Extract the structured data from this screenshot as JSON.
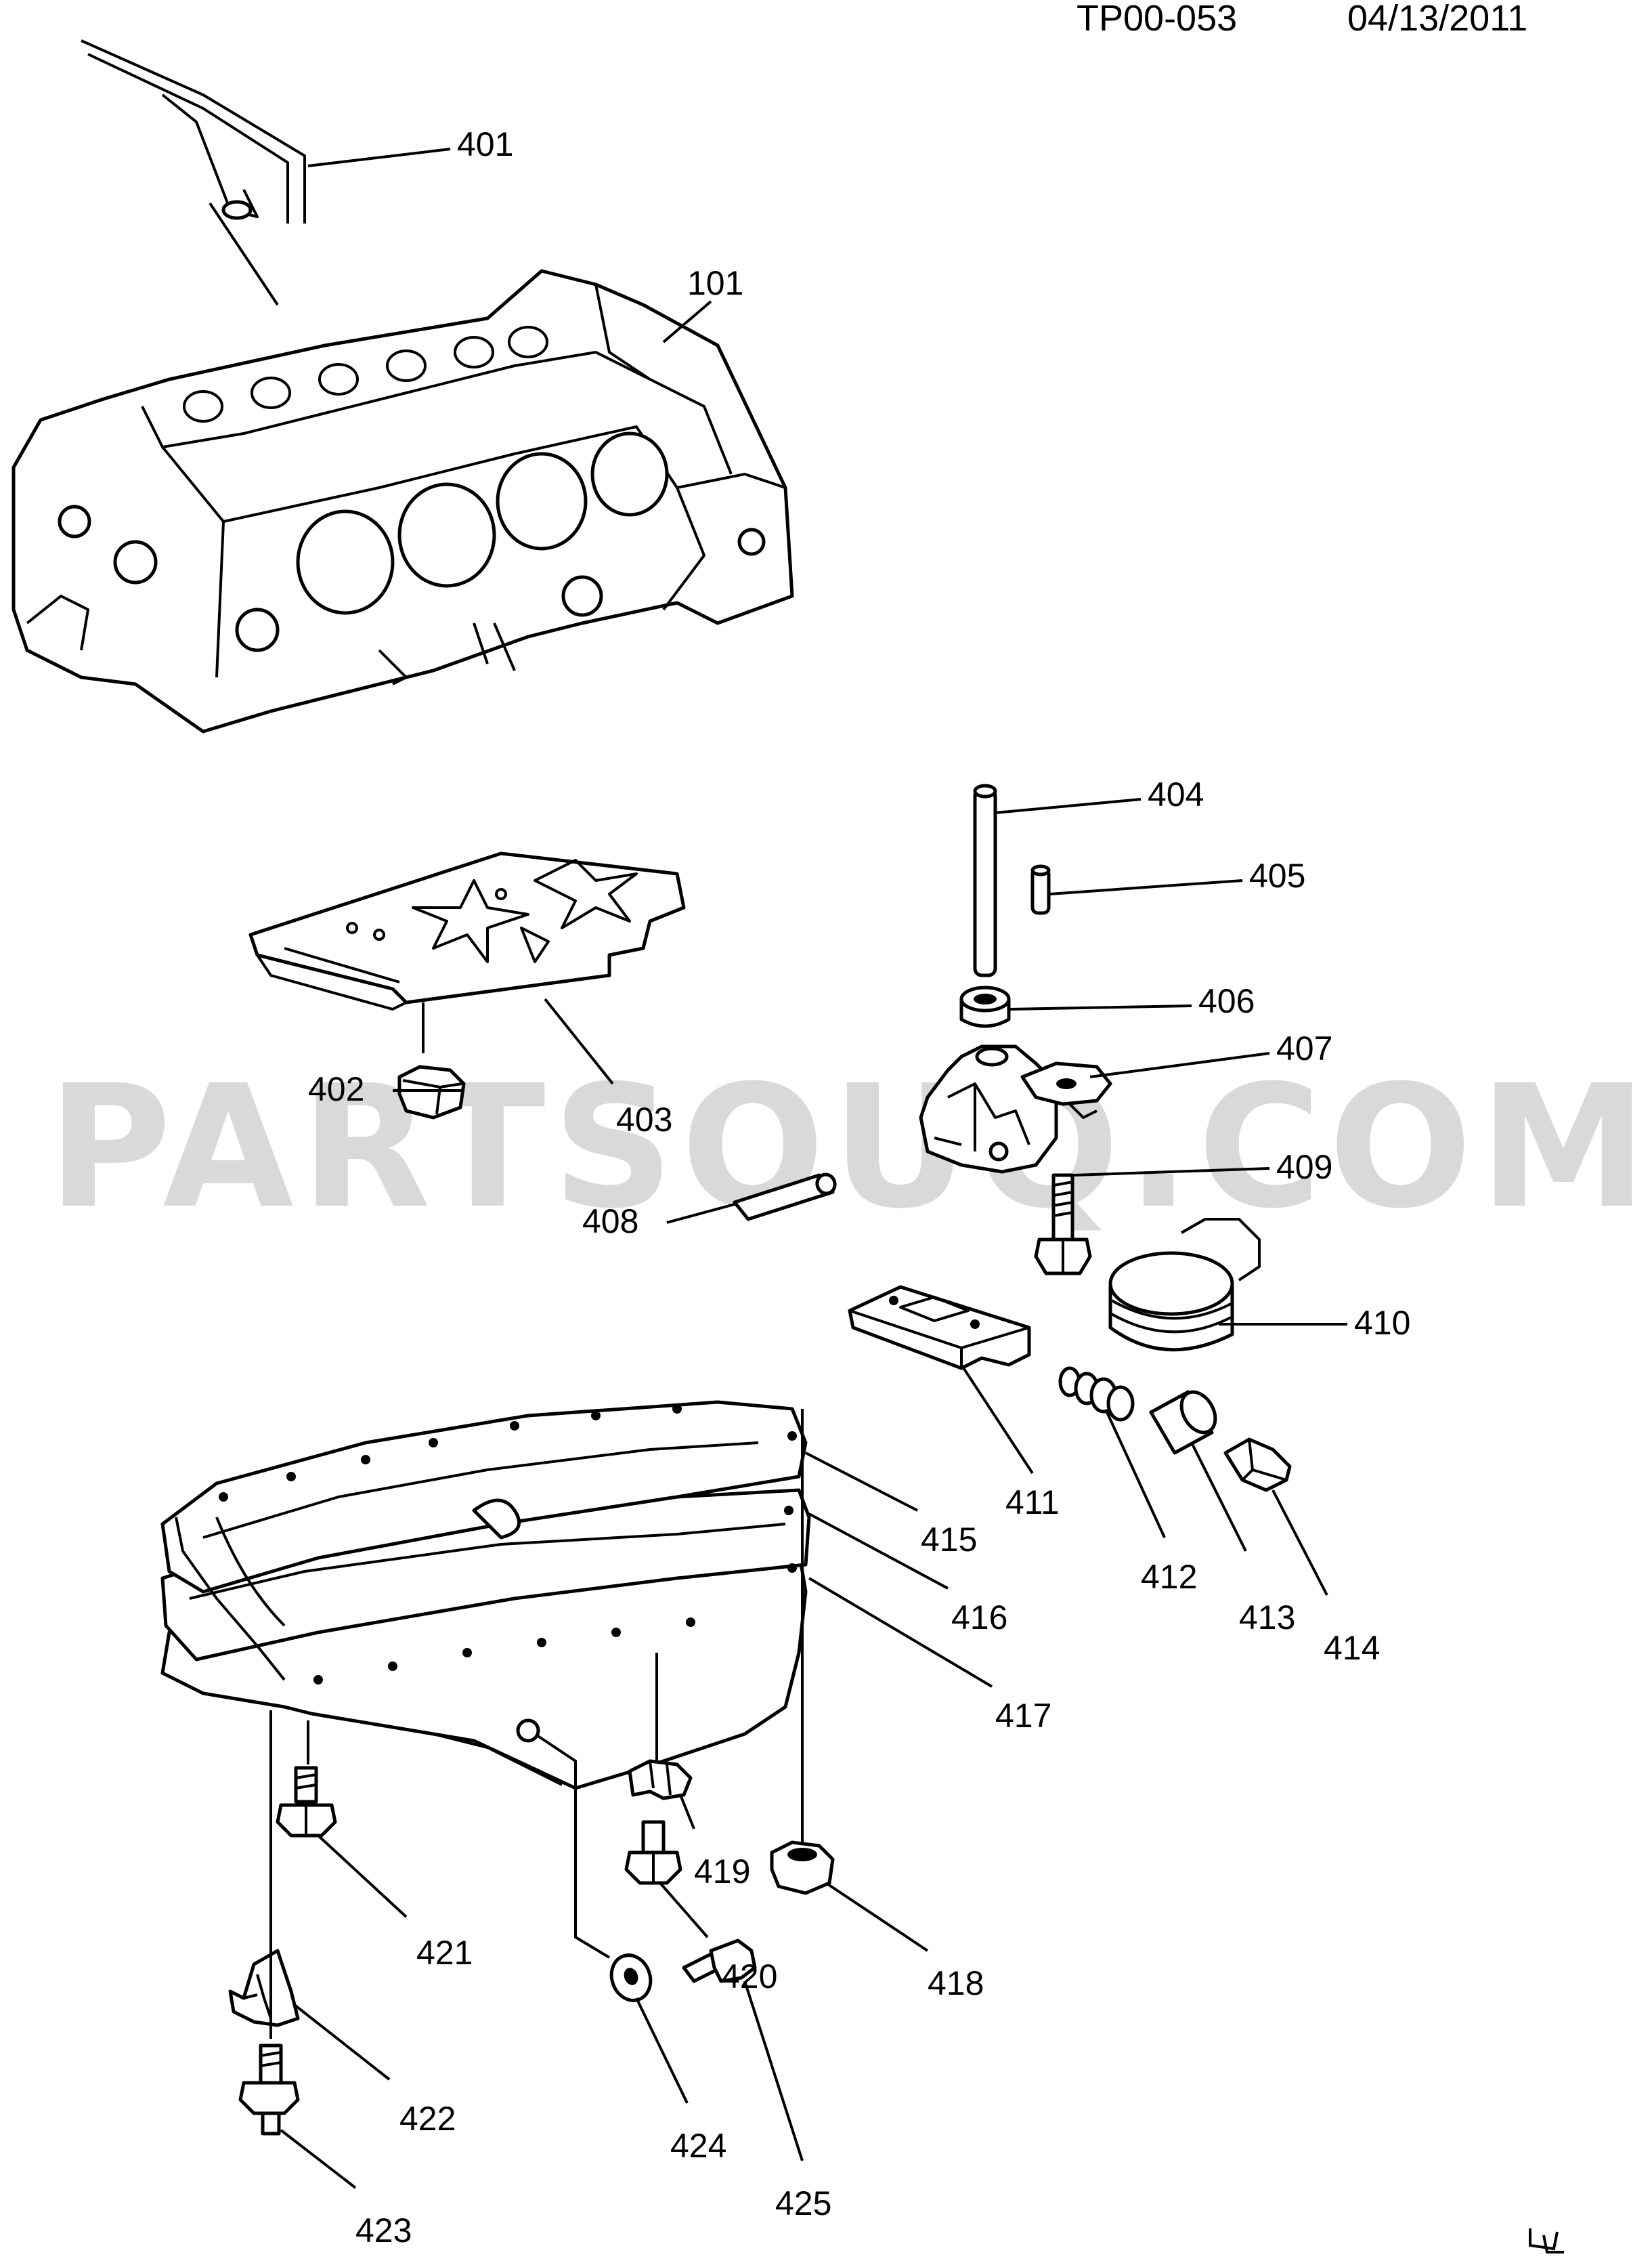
{
  "header": {
    "code": "TP00-053",
    "date": "04/13/2011"
  },
  "watermark": "PARTSOUQ.COM",
  "callouts": {
    "c101": "101",
    "c401": "401",
    "c402": "402",
    "c403": "403",
    "c404": "404",
    "c405": "405",
    "c406": "406",
    "c407": "407",
    "c408": "408",
    "c409": "409",
    "c410": "410",
    "c411": "411",
    "c412": "412",
    "c413": "413",
    "c414": "414",
    "c415": "415",
    "c416": "416",
    "c417": "417",
    "c418": "418",
    "c419": "419",
    "c420": "420",
    "c421": "421",
    "c422": "422",
    "c423": "423",
    "c424": "424",
    "c425": "425"
  }
}
